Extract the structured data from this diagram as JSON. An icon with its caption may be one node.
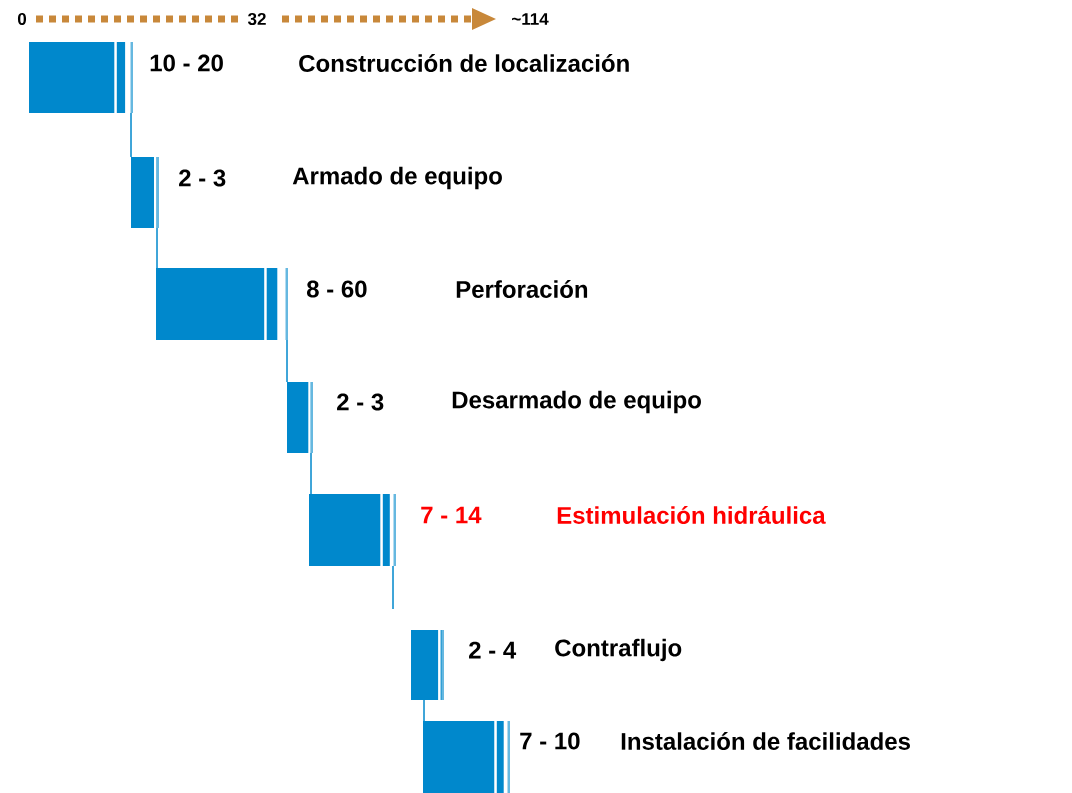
{
  "diagram": {
    "nodes": [
      {
        "text": [],
        "shape": "bar",
        "beside": [
          "10 - 20",
          "Construcción de localización"
        ]
      },
      {
        "text": [],
        "shape": "bar",
        "beside": [
          "2 - 3",
          "Armado de equipo"
        ]
      },
      {
        "text": [],
        "shape": "bar",
        "beside": [
          "8 - 60",
          "Perforación"
        ]
      },
      {
        "text": [],
        "shape": "bar",
        "beside": [
          "2 - 3",
          "Desarmado de equipo"
        ]
      },
      {
        "text": [],
        "shape": "bar",
        "beside": [
          "7 - 14",
          "Estimulación hidráulica"
        ]
      },
      {
        "text": [],
        "shape": "bar",
        "beside": [
          "2 - 4",
          "Contraflujo"
        ]
      },
      {
        "text": [],
        "shape": "bar",
        "beside": [
          "7 - 10",
          "Instalación de facilidades"
        ]
      }
    ],
    "edges": [
      {
        "from": 0,
        "to": 1,
        "arrow": "none"
      },
      {
        "from": 1,
        "to": 2,
        "arrow": "none"
      },
      {
        "from": 2,
        "to": 3,
        "arrow": "none"
      },
      {
        "from": 3,
        "to": 4,
        "arrow": "none"
      },
      {
        "from": 4,
        "to": null,
        "arrow": "none"
      },
      {
        "from": 5,
        "to": 6,
        "arrow": "none"
      }
    ],
    "labels": [
      "0",
      "32",
      "~114"
    ]
  }
}
